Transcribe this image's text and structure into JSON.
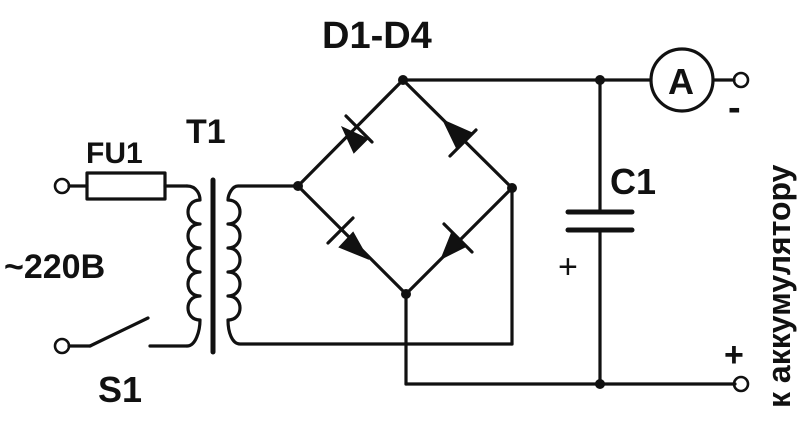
{
  "labels": {
    "bridge": "D1-D4",
    "transformer": "T1",
    "fuse": "FU1",
    "capacitor": "C1",
    "mains": "~220В",
    "switch": "S1",
    "ammeter": "A",
    "cap_plus": "+",
    "out_minus": "-",
    "out_plus": "+",
    "battery": "к аккумулятору"
  }
}
